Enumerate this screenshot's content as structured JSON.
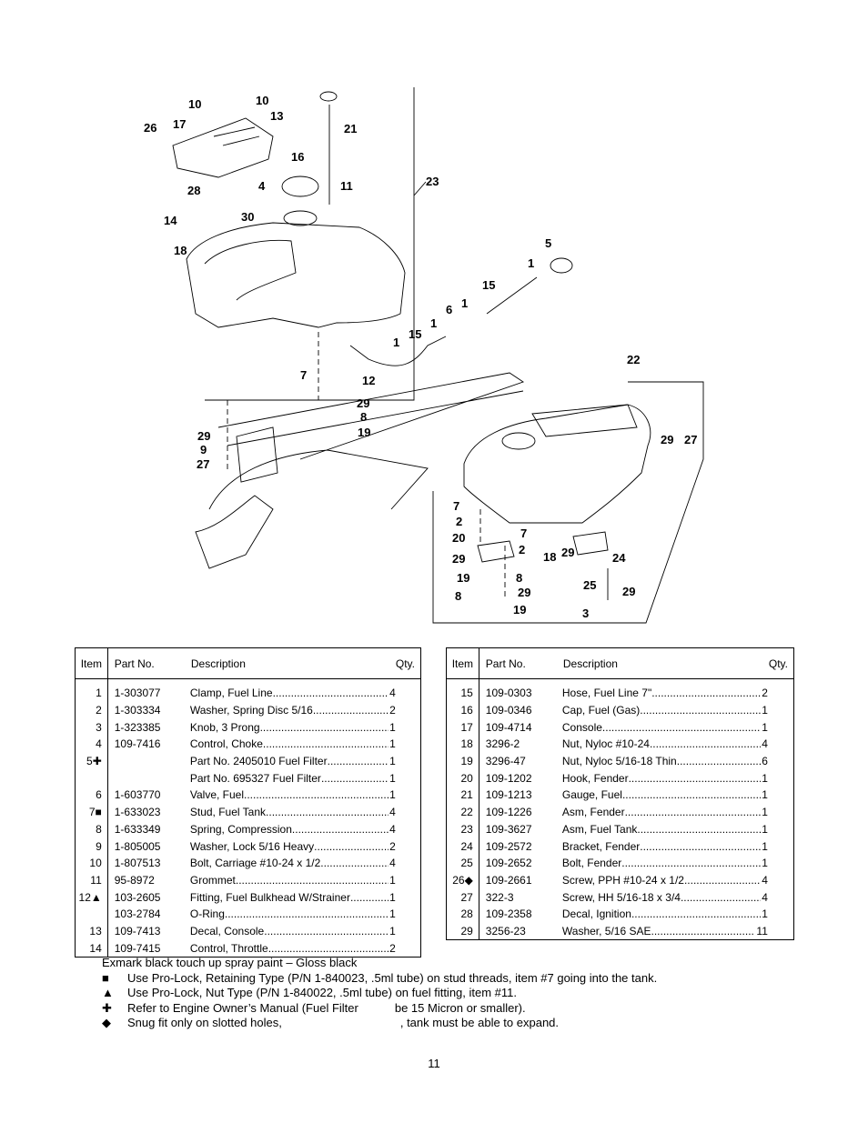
{
  "diagram": {
    "callouts": [
      "10",
      "10",
      "26",
      "17",
      "13",
      "21",
      "16",
      "11",
      "4",
      "28",
      "30",
      "14",
      "18",
      "23",
      "5",
      "1",
      "15",
      "1",
      "6",
      "1",
      "15",
      "1",
      "7",
      "12",
      "29",
      "8",
      "19",
      "22",
      "29",
      "9",
      "27",
      "29",
      "27",
      "7",
      "2",
      "20",
      "7",
      "2",
      "29",
      "8",
      "19",
      "29",
      "8",
      "19",
      "18",
      "29",
      "24",
      "25",
      "29",
      "3"
    ]
  },
  "tables": [
    {
      "headers": {
        "item": "Item",
        "part": "Part No.",
        "desc": "Description",
        "qty": "Qty."
      },
      "rows": [
        {
          "item": "1",
          "part": "1-303077",
          "desc": "Clamp, Fuel Line",
          "qty": "4"
        },
        {
          "item": "2",
          "part": "1-303334",
          "desc": "Washer, Spring Disc 5/16",
          "qty": "2"
        },
        {
          "item": "3",
          "part": "1-323385",
          "desc": "Knob, 3 Prong",
          "qty": "1"
        },
        {
          "item": "4",
          "part": "109-7416",
          "desc": "Control, Choke",
          "qty": "1"
        },
        {
          "item": "5✚",
          "part": "",
          "desc": "Part No. 2405010 Fuel Filter",
          "qty": "1"
        },
        {
          "item": "",
          "part": "",
          "desc": "Part No. 695327 Fuel Filter",
          "qty": "1"
        },
        {
          "item": "6",
          "part": "1-603770",
          "desc": "Valve, Fuel",
          "qty": "1"
        },
        {
          "item": "7■",
          "part": "1-633023",
          "desc": "Stud, Fuel Tank",
          "qty": "4"
        },
        {
          "item": "8",
          "part": "1-633349",
          "desc": "Spring, Compression",
          "qty": "4"
        },
        {
          "item": "9",
          "part": "1-805005",
          "desc": "Washer, Lock 5/16 Heavy",
          "qty": "2"
        },
        {
          "item": "10",
          "part": "1-807513",
          "desc": "Bolt, Carriage #10-24 x 1/2",
          "qty": "4"
        },
        {
          "item": "11",
          "part": "95-8972",
          "desc": "Grommet",
          "qty": "1"
        },
        {
          "item": "12▲",
          "part": "103-2605",
          "desc": "Fitting, Fuel Bulkhead W/Strainer",
          "qty": "1"
        },
        {
          "item": "",
          "part": "103-2784",
          "desc": "O-Ring",
          "qty": "1"
        },
        {
          "item": "13",
          "part": "109-7413",
          "desc": "Decal, Console",
          "qty": "1"
        },
        {
          "item": "14",
          "part": "109-7415",
          "desc": "Control, Throttle",
          "qty": "2"
        }
      ]
    },
    {
      "headers": {
        "item": "Item",
        "part": "Part No.",
        "desc": "Description",
        "qty": "Qty."
      },
      "rows": [
        {
          "item": "15",
          "part": "109-0303",
          "desc": "Hose, Fuel Line 7\"",
          "qty": "2"
        },
        {
          "item": "16",
          "part": "109-0346",
          "desc": "Cap, Fuel (Gas)",
          "qty": "1"
        },
        {
          "item": "17",
          "part": "109-4714",
          "desc": "Console",
          "qty": "1"
        },
        {
          "item": "18",
          "part": "3296-2",
          "desc": "Nut, Nyloc #10-24",
          "qty": "4"
        },
        {
          "item": "19",
          "part": "3296-47",
          "desc": "Nut, Nyloc 5/16-18 Thin",
          "qty": "6"
        },
        {
          "item": "20",
          "part": "109-1202",
          "desc": "Hook, Fender",
          "qty": "1"
        },
        {
          "item": "21",
          "part": "109-1213",
          "desc": "Gauge, Fuel",
          "qty": "1"
        },
        {
          "item": "22",
          "part": "109-1226",
          "desc": "Asm, Fender",
          "qty": "1"
        },
        {
          "item": "23",
          "part": "109-3627",
          "desc": "Asm, Fuel Tank",
          "qty": "1"
        },
        {
          "item": "24",
          "part": "109-2572",
          "desc": "Bracket, Fender",
          "qty": "1"
        },
        {
          "item": "25",
          "part": "109-2652",
          "desc": "Bolt, Fender",
          "qty": "1"
        },
        {
          "item": "26◆",
          "part": "109-2661",
          "desc": "Screw, PPH #10-24 x 1/2",
          "qty": "4"
        },
        {
          "item": "27",
          "part": "322-3",
          "desc": "Screw, HH 5/16-18 x 3/4",
          "qty": "4"
        },
        {
          "item": "28",
          "part": "109-2358",
          "desc": "Decal, Ignition",
          "qty": "1"
        },
        {
          "item": "29",
          "part": "3256-23",
          "desc": "Washer, 5/16 SAE",
          "qty": "11"
        }
      ]
    }
  ],
  "notes": {
    "paint": "Exmark black touch up spray paint – Gloss black",
    "lines": [
      {
        "sym": "■",
        "text": "Use Pro-Lock, Retaining Type (P/N 1-840023, .5ml tube) on stud threads, item #7 going into the tank."
      },
      {
        "sym": "▲",
        "text": "Use Pro-Lock, Nut Type (P/N 1-840022, .5ml tube) on fuel fitting, item #11."
      },
      {
        "sym": "✚",
        "text": "Refer to Engine Owner’s Manual (Fuel Filter",
        "text2": "be 15 Micron or smaller)."
      },
      {
        "sym": "◆",
        "text": "Snug fit only on slotted holes,",
        "text2": ", tank must be able to expand."
      }
    ]
  },
  "page_number": "11"
}
